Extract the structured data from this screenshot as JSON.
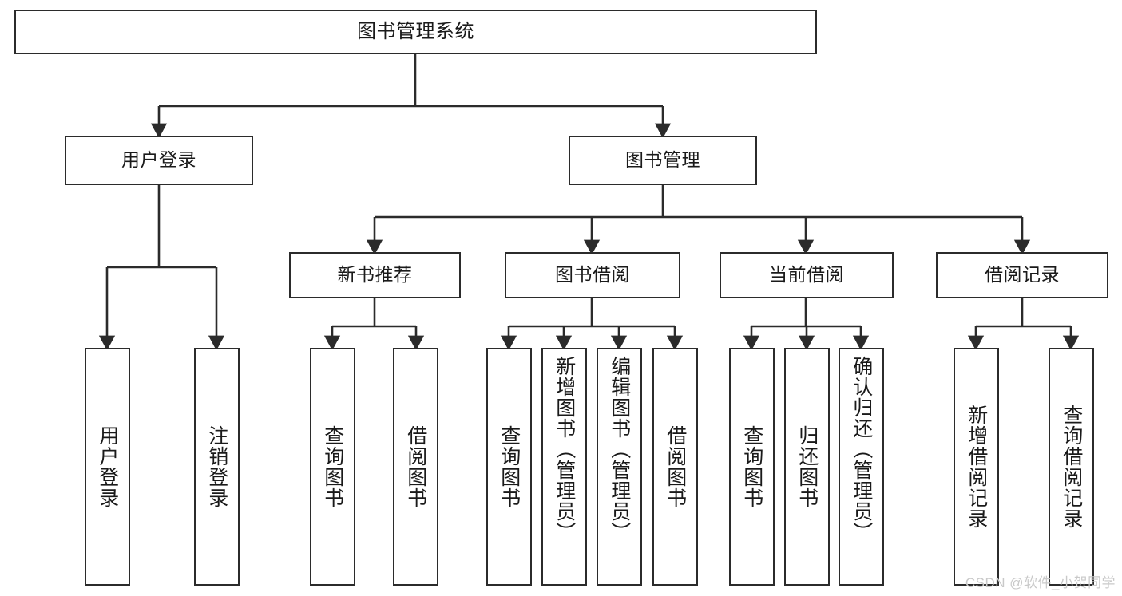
{
  "diagram": {
    "type": "tree",
    "title": "图书管理系统",
    "colors": {
      "node_border": "#2b2b2b",
      "node_fill": "#ffffff",
      "edge": "#2b2b2b",
      "text": "#1a1a1a",
      "watermark": "#c9c9c9",
      "background": "#ffffff"
    },
    "levels": 4,
    "root": {
      "label": "图书管理系统"
    },
    "level2": [
      {
        "label": "用户登录"
      },
      {
        "label": "图书管理"
      }
    ],
    "level3": [
      {
        "label": "新书推荐"
      },
      {
        "label": "图书借阅"
      },
      {
        "label": "当前借阅"
      },
      {
        "label": "借阅记录"
      }
    ],
    "leaves": {
      "user_login": [
        {
          "label": "用户登录"
        },
        {
          "label": "注销登录"
        }
      ],
      "new_book_recommend": [
        {
          "label": "查询图书"
        },
        {
          "label": "借阅图书"
        }
      ],
      "book_borrow": [
        {
          "label": "查询图书"
        },
        {
          "label": "新增图书（管理员）"
        },
        {
          "label": "编辑图书（管理员）"
        },
        {
          "label": "借阅图书"
        }
      ],
      "current_borrow": [
        {
          "label": "查询图书"
        },
        {
          "label": "归还图书"
        },
        {
          "label": "确认归还（管理员）"
        }
      ],
      "borrow_record": [
        {
          "label": "新增借阅记录"
        },
        {
          "label": "查询借阅记录"
        }
      ]
    },
    "watermark": "CSDN @软件_小贺同学"
  }
}
